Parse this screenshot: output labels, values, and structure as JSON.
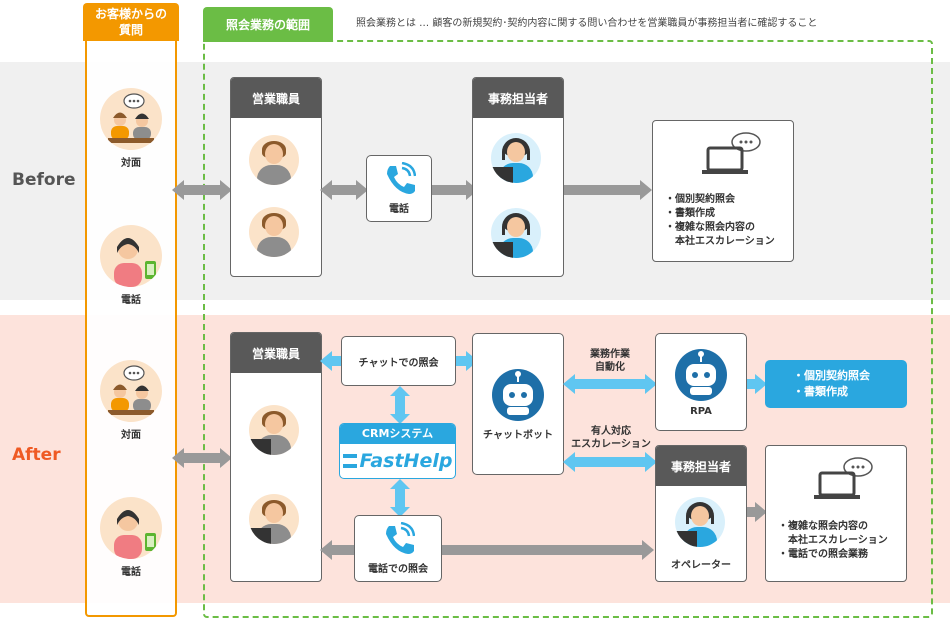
{
  "labels": {
    "before": "Before",
    "after": "After"
  },
  "customer": {
    "header": "お客様からの\n質問",
    "items": [
      {
        "caption": "対面"
      },
      {
        "caption": "電話"
      },
      {
        "caption": "対面"
      },
      {
        "caption": "電話"
      }
    ]
  },
  "scope": {
    "header": "照会業務の範囲",
    "description": "照会業務とは … 顧客の新規契約･契約内容に関する問い合わせを営業職員が事務担当者に確認すること"
  },
  "before": {
    "sales_title": "営業職員",
    "phone_caption": "電話",
    "admin_title": "事務担当者",
    "tasks": [
      "・個別契約照会",
      "・書類作成",
      "・複雑な照会内容の",
      "　本社エスカレーション"
    ]
  },
  "after": {
    "sales_title": "営業職員",
    "chat_inquiry": "チャットでの照会",
    "chatbot_caption": "チャットボット",
    "automation_label": "業務作業\n自動化",
    "rpa_caption": "RPA",
    "rpa_tasks": [
      "・個別契約照会",
      "・書類作成"
    ],
    "escalation_label": "有人対応\nエスカレーション",
    "crm_title": "CRMシステム",
    "crm_brand": "FastHelp",
    "phone_inquiry": "電話での照会",
    "admin_title": "事務担当者",
    "operator_caption": "オペレーター",
    "tasks": [
      "・複雑な照会内容の",
      "　本社エスカレーション",
      "・電話での照会業務"
    ]
  },
  "colors": {
    "customer_orange": "#f39800",
    "scope_green": "#6bbd45",
    "accent_blue": "#2aa7df",
    "after_label": "#ef5a24",
    "panel_header": "#595959"
  }
}
